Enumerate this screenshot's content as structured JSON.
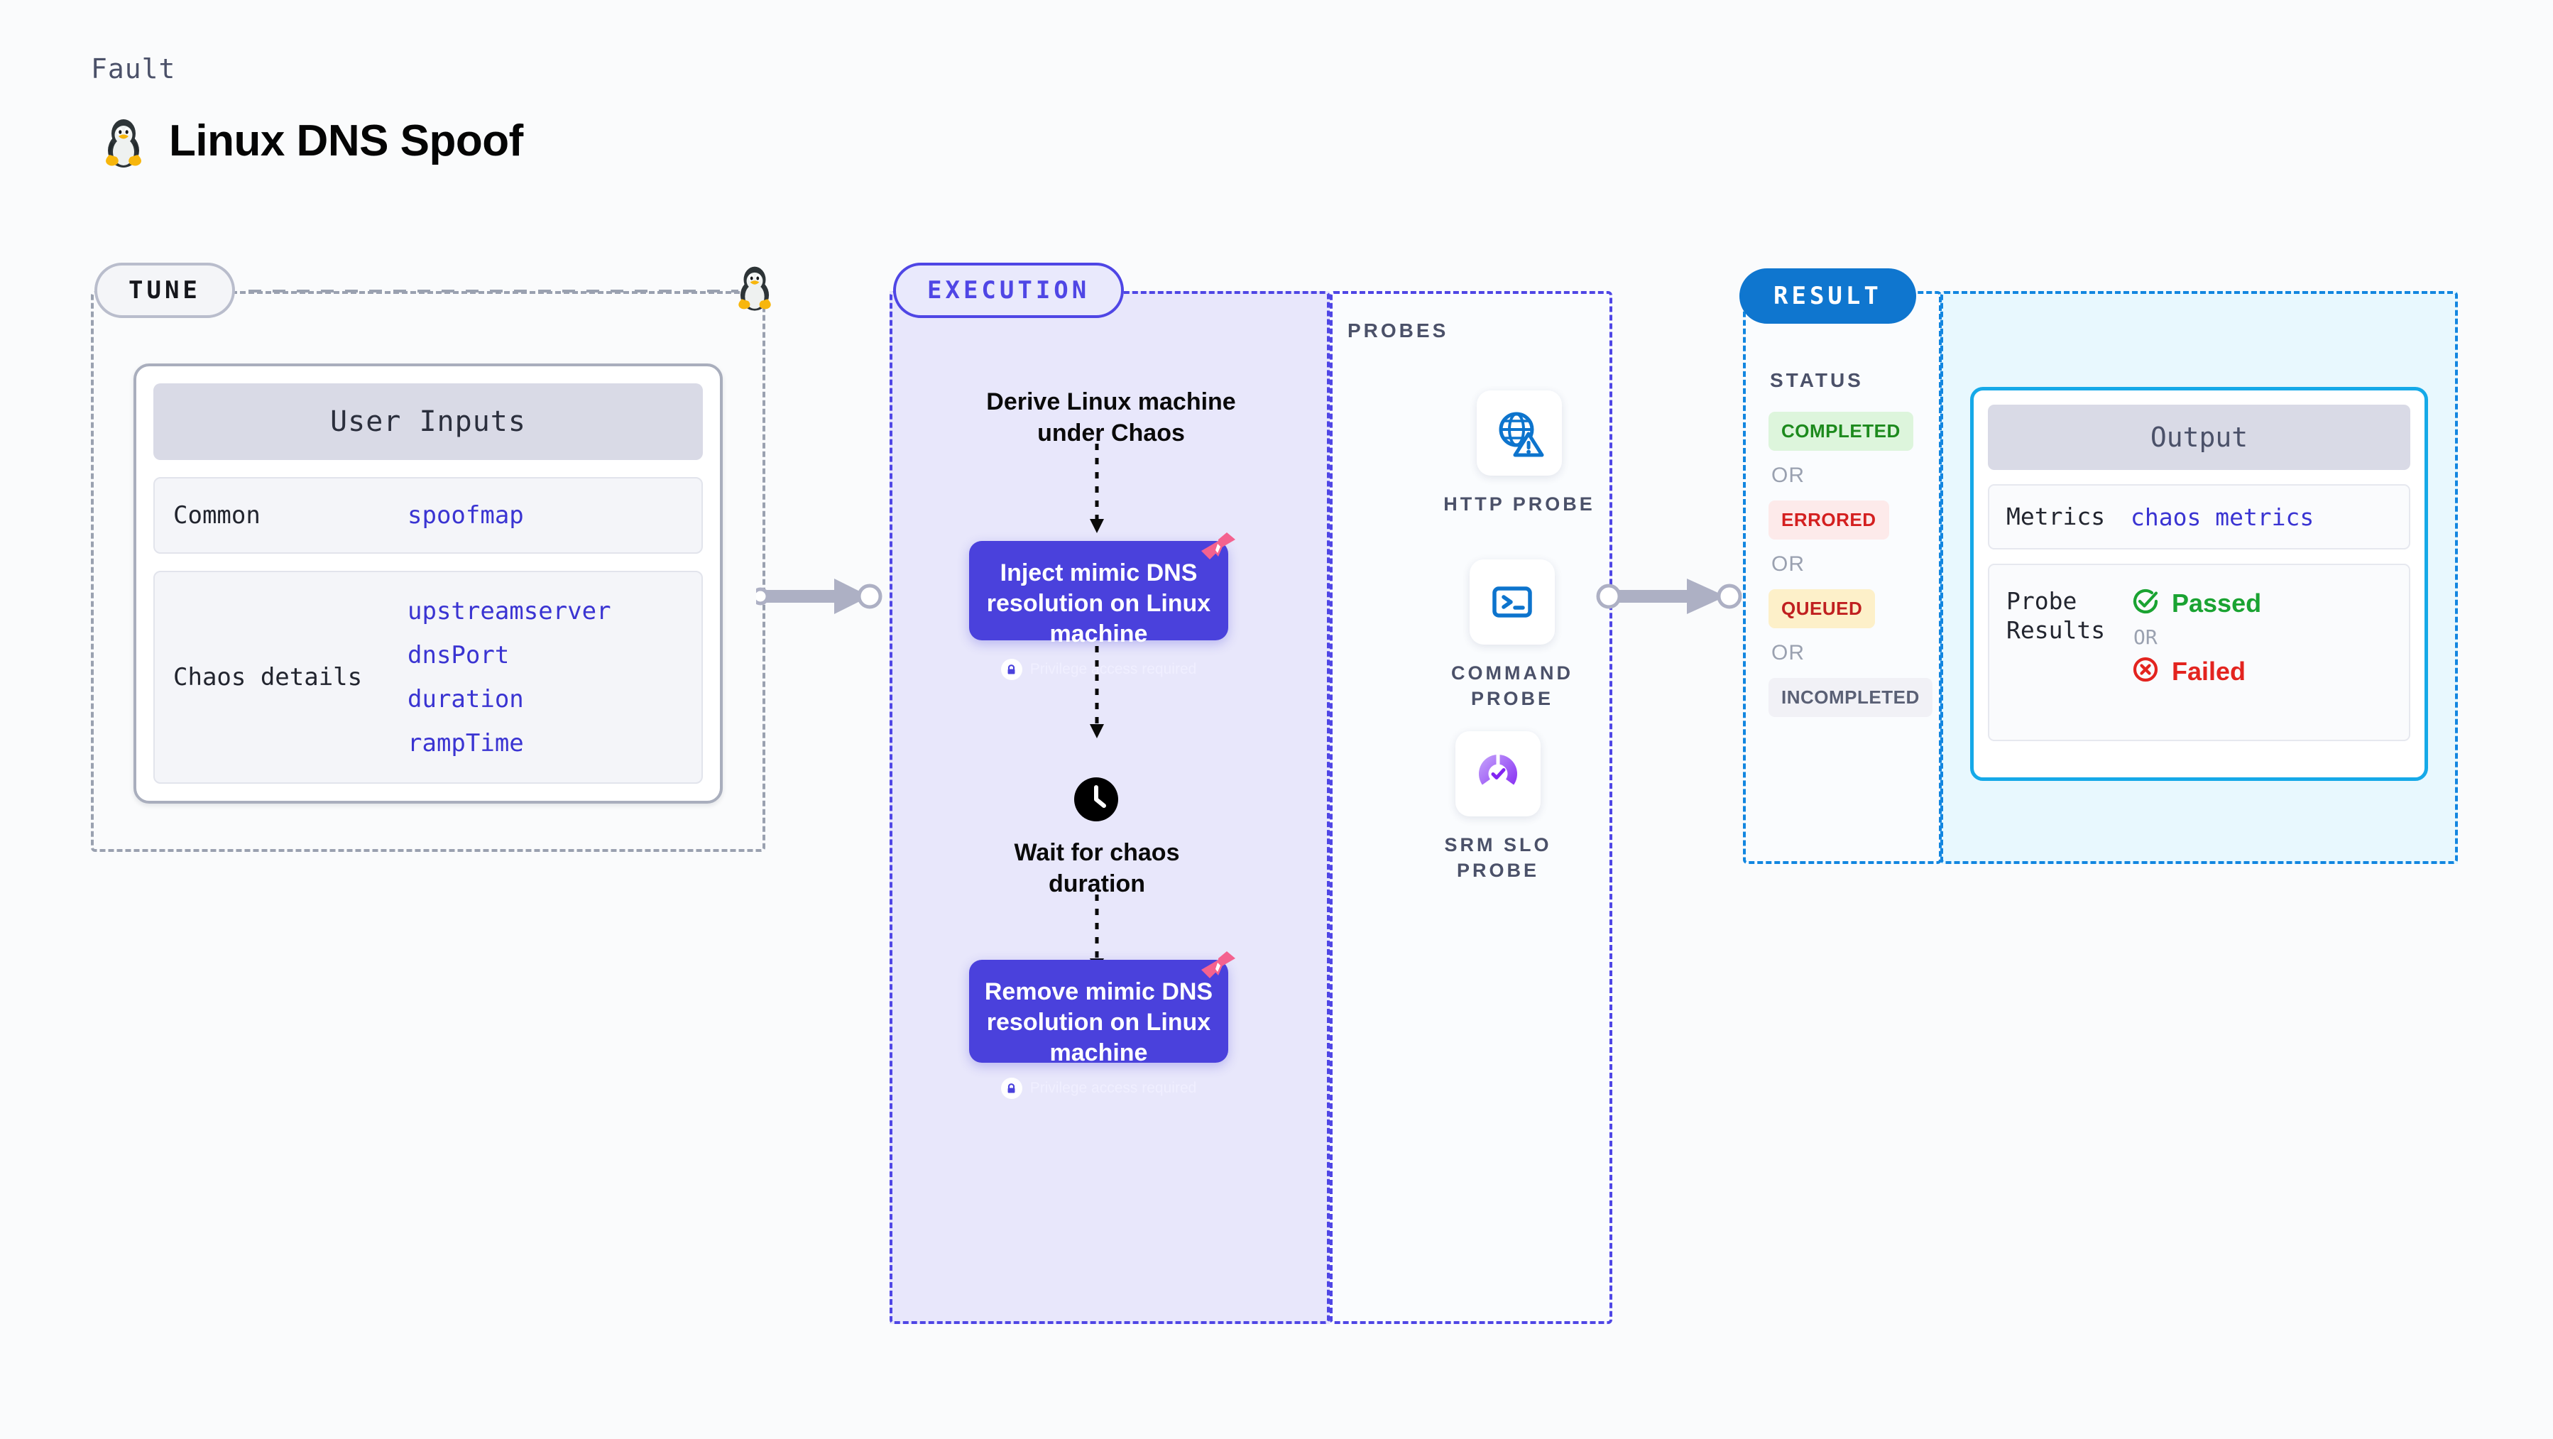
{
  "header": {
    "kicker": "Fault",
    "title": "Linux DNS Spoof",
    "icon": "linux-tux-icon"
  },
  "tune": {
    "pill_label": "TUNE",
    "card_title": "User Inputs",
    "rows": [
      {
        "label": "Common",
        "values": [
          "spoofmap"
        ]
      },
      {
        "label": "Chaos details",
        "values": [
          "upstreamserver",
          "dnsPort",
          "duration",
          "rampTime"
        ]
      }
    ]
  },
  "execution": {
    "pill_label": "EXECUTION",
    "derive_step": "Derive Linux machine under Chaos",
    "inject_step": {
      "title": "Inject mimic DNS resolution on Linux machine",
      "privilege_note": "Privilege access required"
    },
    "wait_step": "Wait for chaos duration",
    "remove_step": {
      "title": "Remove mimic DNS resolution on Linux machine",
      "privilege_note": "Privilege access required"
    }
  },
  "probes": {
    "section_label": "PROBES",
    "items": [
      {
        "caption": "HTTP PROBE",
        "icon": "globe-warning-icon"
      },
      {
        "caption": "COMMAND PROBE",
        "icon": "terminal-prompt-icon"
      },
      {
        "caption": "SRM SLO PROBE",
        "icon": "slo-donut-check-icon"
      }
    ]
  },
  "result": {
    "pill_label": "RESULT",
    "status_label": "STATUS",
    "or_label": "OR",
    "statuses": [
      {
        "text": "COMPLETED",
        "bg": "#ddf5dc",
        "fg": "#1d8a1d"
      },
      {
        "text": "ERRORED",
        "bg": "#fdeaea",
        "fg": "#d42020"
      },
      {
        "text": "QUEUED",
        "bg": "#fdf0c9",
        "fg": "#c02020"
      },
      {
        "text": "INCOMPLETED",
        "bg": "#f1f1f6",
        "fg": "#5a6075"
      }
    ],
    "output": {
      "title": "Output",
      "metrics_label": "Metrics",
      "metrics_value": "chaos metrics",
      "probe_results_label": "Probe Results",
      "passed_label": "Passed",
      "or_label": "OR",
      "failed_label": "Failed"
    }
  },
  "colors": {
    "indigo": "#4f46e5",
    "action_box": "#4a41dc",
    "result_blue": "#0f76cf",
    "output_border": "#15a9e8",
    "harness_pink": "#f4628f",
    "connector_gray": "#adb0c4"
  }
}
